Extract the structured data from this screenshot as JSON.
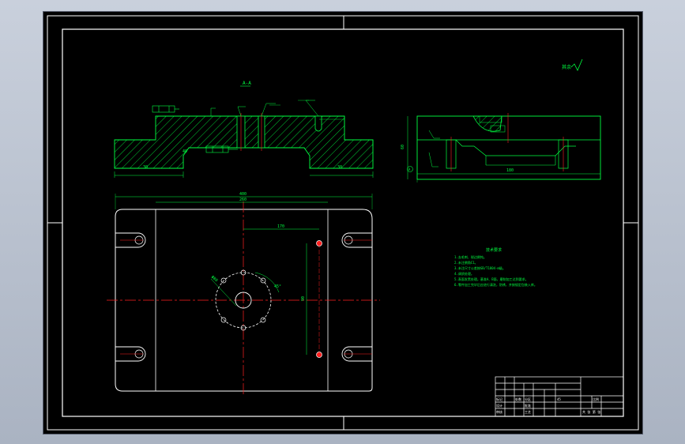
{
  "drawing": {
    "section_label": "A-A",
    "view_label": "A",
    "roughness_other": "其余",
    "dim_bottom_left": "30",
    "dim_bottom_right": "30",
    "dim_height": "40",
    "dim_right_view_width": "180",
    "dim_right_view_height": "60",
    "dim_overall_width": "400",
    "dim_inner_width": "260",
    "dim_hole_offset": "170",
    "dim_circle_dia": "Φ80",
    "dim_angle": "45°",
    "dim_vertical": "90",
    "notes_title": "技术要求",
    "notes": [
      "1.去毛刺、锐边倒钝。",
      "2.未注倒角C1。",
      "3.未注尺寸公差按GB/T1804-m级。",
      "4.调质处理。",
      "5.表面发黑处理。基准A、B面，磨削加工达到要求。",
      "6.零件加工完毕后应进行清洗，防锈，并按规定包装入库。"
    ]
  },
  "title_block": {
    "col1": "标记",
    "col2": "处数",
    "col3": "分区",
    "scale": "比例",
    "sheet": "共 张  第 张",
    "material": "45",
    "designer": "设计",
    "audit": "审核",
    "process": "工艺",
    "approve": "批准"
  },
  "colors": {
    "background": "#000000",
    "frame": "#ffffff",
    "geometry": "#00ff40",
    "centerline": "#ff2020",
    "hatch": "#00ff40"
  }
}
